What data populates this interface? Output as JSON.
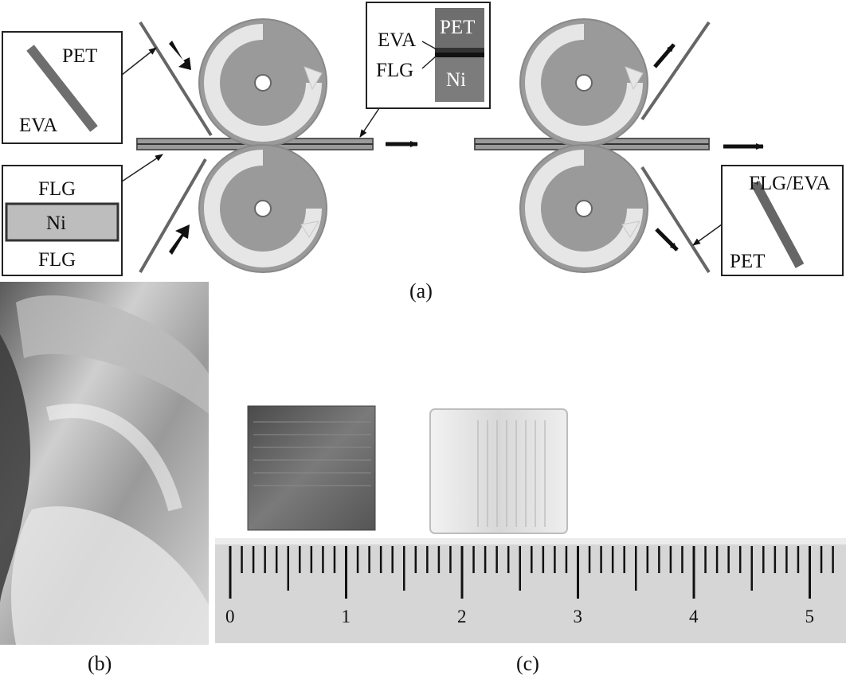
{
  "colors": {
    "roller": "#9a9a9a",
    "roller_rim": "#b0b0b0",
    "arrow_band": "#e6e6e6",
    "film": "#666666",
    "pet_block": "#6e6e6e",
    "ni_block": "#bdbdbd",
    "ruler": "#d6d6d6"
  },
  "panel_a": {
    "caption": "(a)",
    "inset_pet_eva": {
      "top_label": "PET",
      "bottom_label": "EVA"
    },
    "inset_flg_ni": {
      "top_label": "FLG",
      "middle_label": "Ni",
      "bottom_label": "FLG"
    },
    "inset_stack": {
      "pet_label": "PET",
      "eva_label": "EVA",
      "flg_label": "FLG",
      "ni_label": "Ni"
    },
    "inset_output": {
      "top_label": "FLG/EVA",
      "bottom_label": "PET"
    }
  },
  "panel_b": {
    "caption": "(b)"
  },
  "panel_c": {
    "caption": "(c)",
    "ruler_numbers": [
      "0",
      "1",
      "2",
      "3",
      "4",
      "5"
    ]
  }
}
